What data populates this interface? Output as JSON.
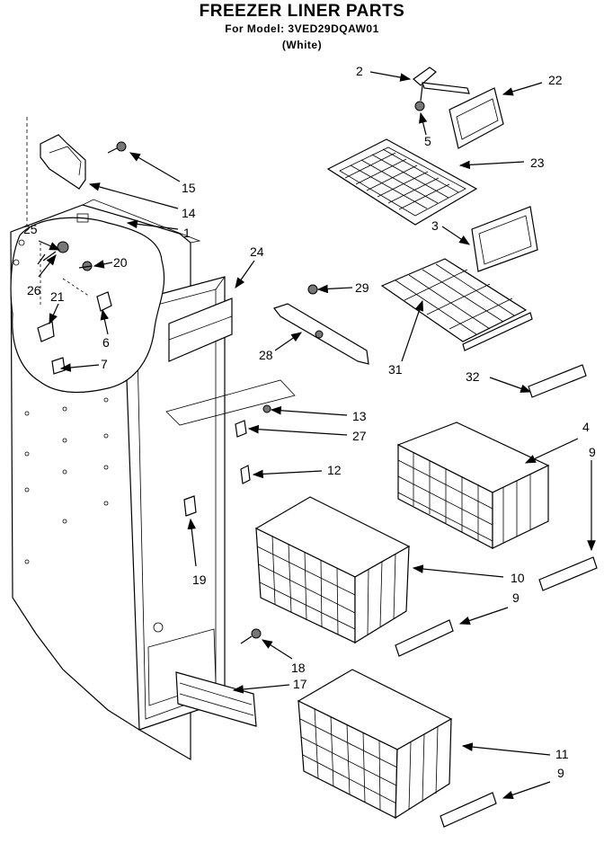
{
  "header": {
    "title": "FREEZER LINER PARTS",
    "model_line": "For Model: 3VED29DQAW01",
    "color_line": "(White)"
  },
  "callouts": [
    "2",
    "22",
    "5",
    "23",
    "3",
    "15",
    "14",
    "1",
    "25",
    "20",
    "26",
    "21",
    "6",
    "7",
    "24",
    "29",
    "28",
    "31",
    "32",
    "13",
    "27",
    "12",
    "4",
    "9",
    "19",
    "10",
    "9",
    "18",
    "17",
    "11",
    "9"
  ]
}
